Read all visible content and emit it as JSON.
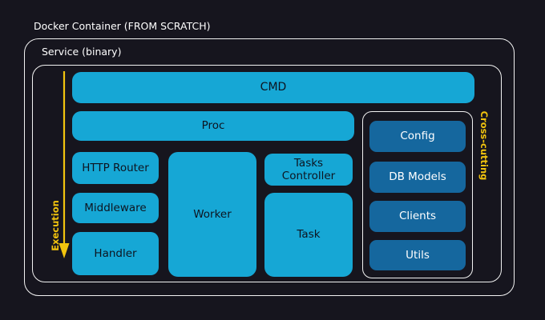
{
  "title": "Docker Container (FROM SCRATCH)",
  "service": {
    "label": "Service (binary)"
  },
  "annotations": {
    "execution": "Execution",
    "cross_cutting": "Cross-cutting"
  },
  "boxes": {
    "cmd": "CMD",
    "proc": "Proc",
    "http_router": "HTTP Router",
    "middleware": "Middleware",
    "handler": "Handler",
    "worker": "Worker",
    "tasks_controller": "Tasks Controller",
    "task": "Task",
    "config": "Config",
    "db_models": "DB Models",
    "clients": "Clients",
    "utils": "Utils"
  },
  "colors": {
    "bg": "#16151e",
    "cyan": "#16a7d5",
    "dark_blue": "#15679e",
    "yellow": "#f2c40e",
    "outline": "#f2f2f2",
    "text_dark": "#0d1420",
    "text_light": "#ffffff"
  }
}
